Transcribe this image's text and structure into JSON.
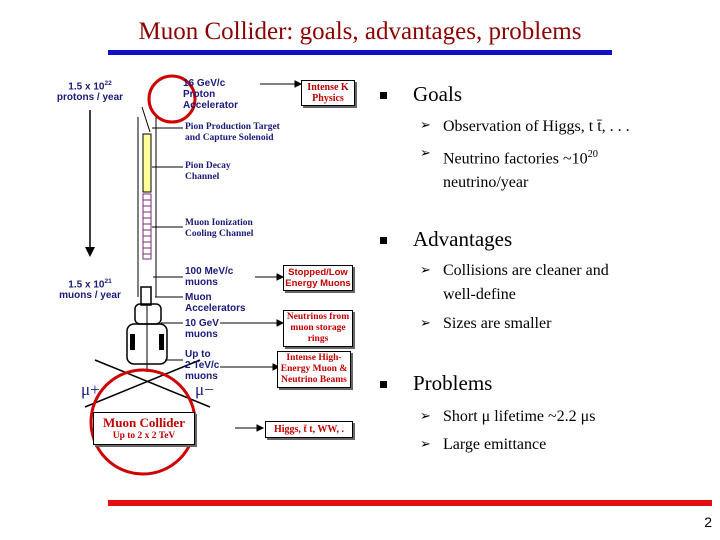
{
  "slide": {
    "title": "Muon Collider: goals, advantages, problems",
    "page_number": "2"
  },
  "diagram": {
    "flux_top_prefix": "1.5 x 10",
    "flux_top_exp": "22",
    "flux_top_unit": "protons / year",
    "flux_mid_prefix": "1.5 x 10",
    "flux_mid_exp": "21",
    "flux_mid_unit": "muons / year",
    "proton_line1": "16 GeV/c",
    "proton_line2": "Proton",
    "proton_line3": "Accelerator",
    "intense_k_line1": "Intense K",
    "intense_k_line2": "Physics",
    "pion_target_line1": "Pion Production Target",
    "pion_target_line2": "and Capture Solenoid",
    "pion_decay_line1": "Pion Decay",
    "pion_decay_line2": "Channel",
    "cooling_line1": "Muon Ionization",
    "cooling_line2": "Cooling Channel",
    "mev_line1": "100 MeV/c",
    "mev_line2": "muons",
    "stopped_line1": "Stopped/Low",
    "stopped_line2": "Energy Muons",
    "accel_line1": "Muon",
    "accel_line2": "Accelerators",
    "gev_line1": "10 GeV",
    "gev_line2": "muons",
    "nu_line1": "Neutrinos from",
    "nu_line2": "muon storage",
    "nu_line3": "rings",
    "tev_line1": "Up to",
    "tev_line2": "2 TeV/c",
    "tev_line3": "muons",
    "intense_high_line1": "Intense High-",
    "intense_high_line2": "Energy Muon &",
    "intense_high_line3": "Neutrino Beams",
    "mu_plus": "μ+",
    "mu_minus": "μ−",
    "collider_line1": "Muon Collider",
    "collider_line2": "Up to 2 x 2 TeV",
    "higgs_box": "Higgs, t̄ t, WW, ."
  },
  "goals": {
    "heading": "Goals",
    "items": [
      {
        "text": "Observation of Higgs, t t̄, . . ."
      },
      {
        "text_pre": "Neutrino factories ~10",
        "sup": "20",
        "text_cont": "neutrino/year"
      }
    ]
  },
  "advantages": {
    "heading": "Advantages",
    "items": [
      {
        "line1": "Collisions are cleaner and",
        "line2": "well-define"
      },
      {
        "line1": "Sizes are smaller"
      }
    ]
  },
  "problems": {
    "heading": "Problems",
    "items": [
      {
        "text": "Short μ lifetime ~2.2 μs"
      },
      {
        "text": "Large emittance"
      }
    ]
  },
  "colors": {
    "title": "#8b0000",
    "top_rule": "#1010c8",
    "bottom_rule": "#e01010",
    "accent_red": "#c00000",
    "diagram_blue": "#1a1a7a",
    "channel_yellow": "#ffff99"
  },
  "icons": {
    "bullet_square": "square-bullet-icon",
    "bullet_arrow": "arrowhead-bullet-icon"
  }
}
